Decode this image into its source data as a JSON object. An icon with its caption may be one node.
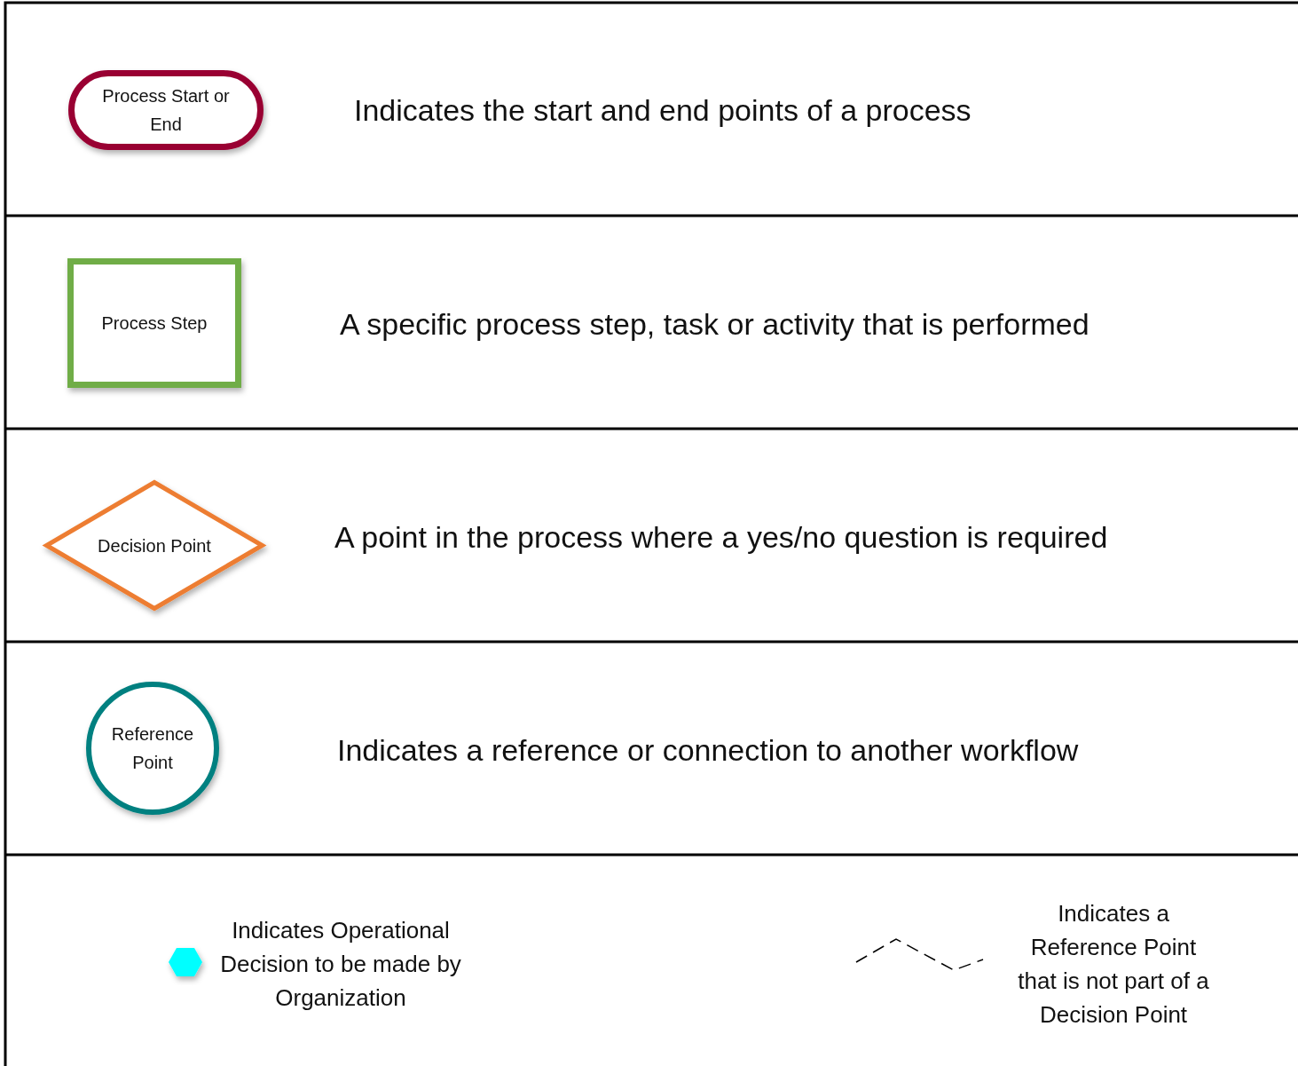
{
  "diagram": {
    "nodes": [
      {
        "text": [
          "Process Start or End"
        ]
      },
      {
        "text": [
          "Process Step"
        ]
      },
      {
        "text": [
          "Decision Point"
        ]
      },
      {
        "text": [
          "Reference Point"
        ]
      }
    ],
    "labels": [
      "Indicates the start and end points of a process",
      "A specific process step, task or activity that is performed",
      "A point in the process where a yes/no question is required",
      "Indicates a reference or connection to another workflow"
    ],
    "legend": [
      {
        "text": "Indicates Operational Decision to be made by Organization",
        "color": "#00ffff"
      },
      {
        "text": "Indicates a Reference Point that is not part of a Decision Point"
      }
    ]
  }
}
